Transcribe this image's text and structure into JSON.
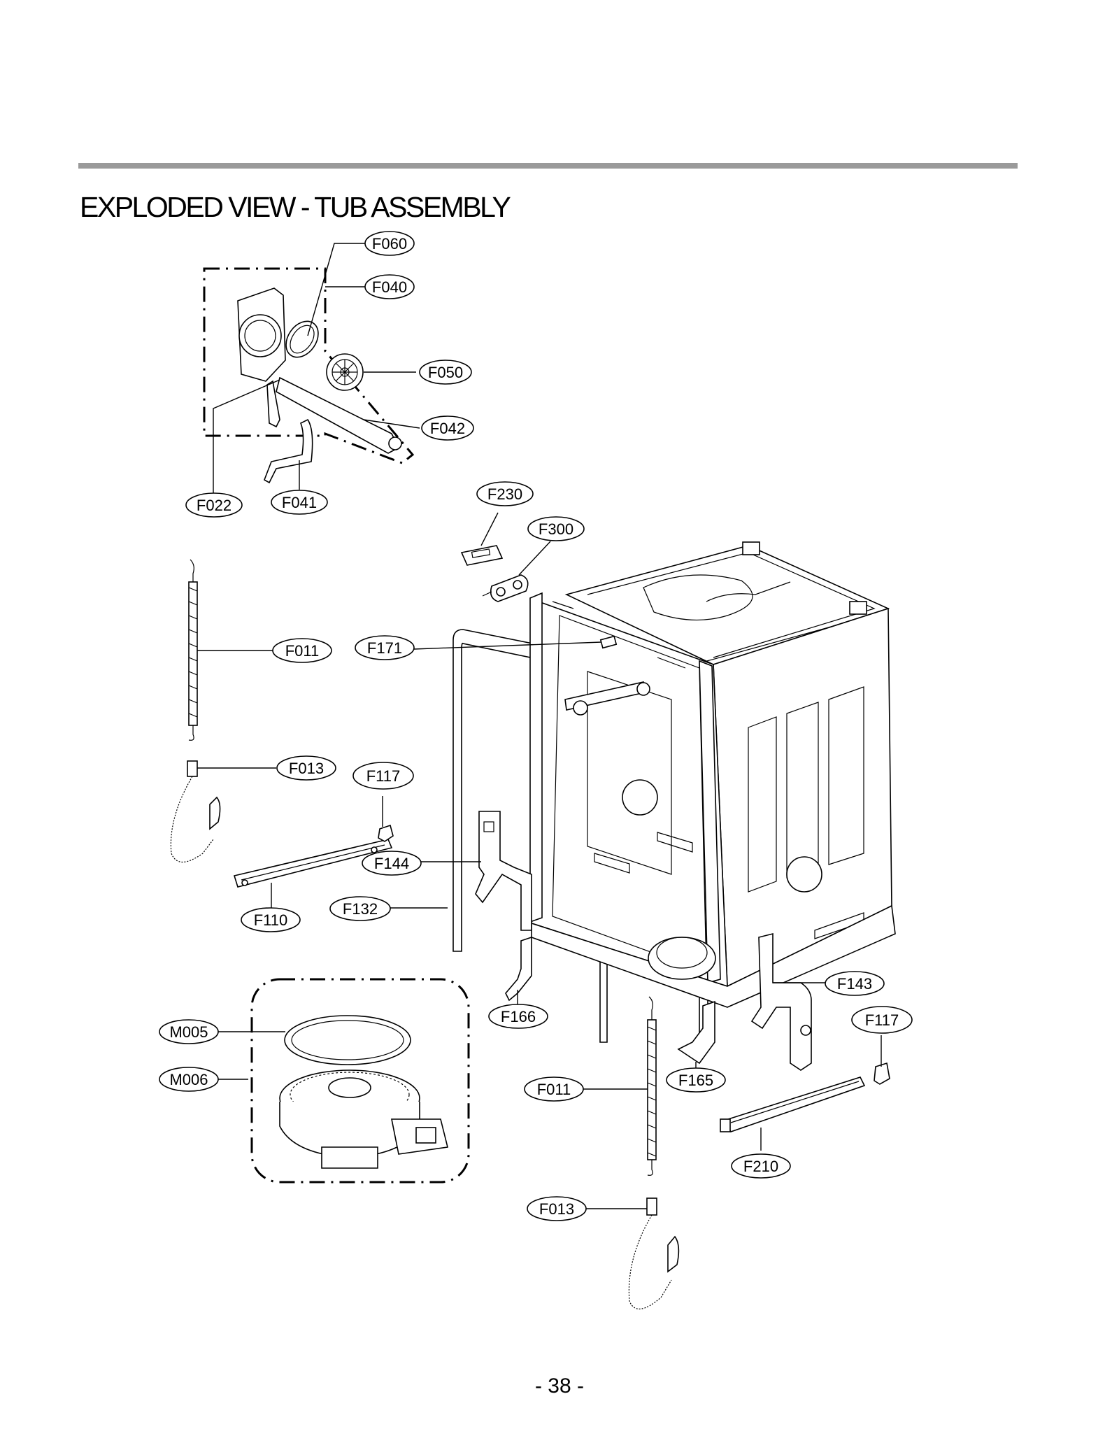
{
  "header": {
    "title": "EXPLODED VIEW - TUB ASSEMBLY"
  },
  "footer": {
    "page_number": "- 38 -"
  },
  "callouts": [
    {
      "id": "F040",
      "label": "F040"
    },
    {
      "id": "F060",
      "label": "F060"
    },
    {
      "id": "F050",
      "label": "F050"
    },
    {
      "id": "F042",
      "label": "F042"
    },
    {
      "id": "F022",
      "label": "F022"
    },
    {
      "id": "F041",
      "label": "F041"
    },
    {
      "id": "F230",
      "label": "F230"
    },
    {
      "id": "F300",
      "label": "F300"
    },
    {
      "id": "F011a",
      "label": "F011"
    },
    {
      "id": "F171",
      "label": "F171"
    },
    {
      "id": "F013a",
      "label": "F013"
    },
    {
      "id": "F117a",
      "label": "F117"
    },
    {
      "id": "F144",
      "label": "F144"
    },
    {
      "id": "F110",
      "label": "F110"
    },
    {
      "id": "F132",
      "label": "F132"
    },
    {
      "id": "F166",
      "label": "F166"
    },
    {
      "id": "F143",
      "label": "F143"
    },
    {
      "id": "F117b",
      "label": "F117"
    },
    {
      "id": "M005",
      "label": "M005"
    },
    {
      "id": "M006",
      "label": "M006"
    },
    {
      "id": "F011b",
      "label": "F011"
    },
    {
      "id": "F165",
      "label": "F165"
    },
    {
      "id": "F210",
      "label": "F210"
    },
    {
      "id": "F013b",
      "label": "F013"
    }
  ]
}
